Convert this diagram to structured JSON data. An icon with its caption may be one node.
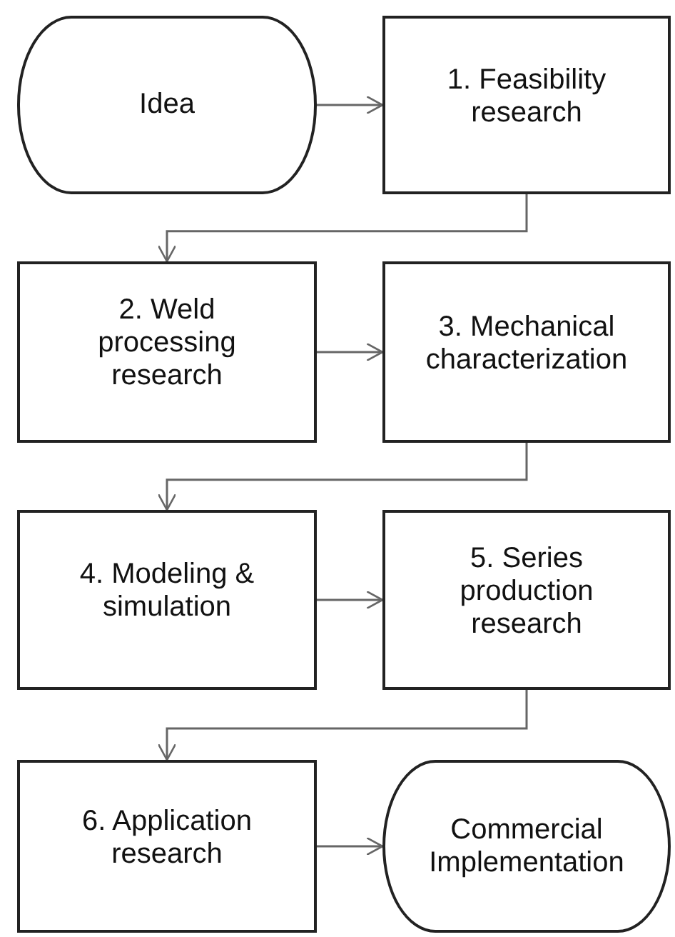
{
  "diagram": {
    "nodes": [
      {
        "text": [
          "Idea"
        ]
      },
      {
        "text": [
          "1. Feasibility research"
        ]
      },
      {
        "text": [
          "2. Weld processing research"
        ]
      },
      {
        "text": [
          "3. Mechanical characterization"
        ]
      },
      {
        "text": [
          "4. Modeling & simulation"
        ]
      },
      {
        "text": [
          "5. Series production research"
        ]
      },
      {
        "text": [
          "6. Application research"
        ]
      },
      {
        "text": [
          "Commercial Implementation"
        ]
      }
    ],
    "edges": [
      {
        "from": 0,
        "to": 1,
        "arrow": "to"
      },
      {
        "from": 1,
        "to": 2,
        "arrow": "to"
      },
      {
        "from": 2,
        "to": 3,
        "arrow": "to"
      },
      {
        "from": 3,
        "to": 4,
        "arrow": "to"
      },
      {
        "from": 4,
        "to": 5,
        "arrow": "to"
      },
      {
        "from": 5,
        "to": 6,
        "arrow": "to"
      },
      {
        "from": 6,
        "to": 7,
        "arrow": "to"
      }
    ]
  }
}
